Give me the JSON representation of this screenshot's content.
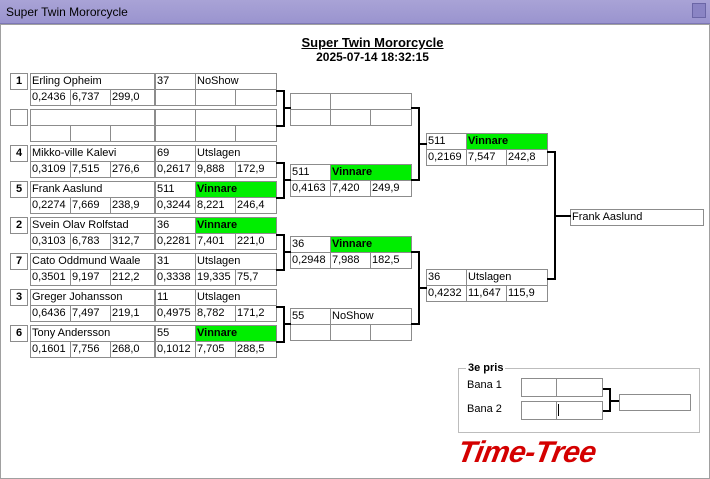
{
  "window": {
    "title": "Super Twin Mororcycle"
  },
  "header": {
    "title": "Super Twin Mororcycle",
    "datetime": "2025-07-14 18:32:15"
  },
  "round1": [
    {
      "num": "1",
      "name": "Erling Opheim",
      "v1": "0,2436",
      "v2": "6,737",
      "v3": "299,0",
      "opp_id": "37",
      "opp_status": "NoShow",
      "o1": "",
      "o2": "",
      "o3": ""
    },
    {
      "num": "",
      "name": "",
      "v1": "",
      "v2": "",
      "v3": "",
      "opp_id": "",
      "opp_status": "",
      "o1": "",
      "o2": "",
      "o3": ""
    },
    {
      "num": "4",
      "name": "Mikko-ville Kalevi",
      "v1": "0,3109",
      "v2": "7,515",
      "v3": "276,6",
      "opp_id": "69",
      "opp_status": "Utslagen",
      "o1": "0,2617",
      "o2": "9,888",
      "o3": "172,9"
    },
    {
      "num": "5",
      "name": "Frank Aaslund",
      "v1": "0,2274",
      "v2": "7,669",
      "v3": "238,9",
      "opp_id": "511",
      "opp_status": "Vinnare",
      "o1": "0,3244",
      "o2": "8,221",
      "o3": "246,4"
    },
    {
      "num": "2",
      "name": "Svein Olav Rolfstad",
      "v1": "0,3103",
      "v2": "6,783",
      "v3": "312,7",
      "opp_id": "36",
      "opp_status": "Vinnare",
      "o1": "0,2281",
      "o2": "7,401",
      "o3": "221,0"
    },
    {
      "num": "7",
      "name": "Cato Oddmund Waale",
      "v1": "0,3501",
      "v2": "9,197",
      "v3": "212,2",
      "opp_id": "31",
      "opp_status": "Utslagen",
      "o1": "0,3338",
      "o2": "19,335",
      "o3": "75,7"
    },
    {
      "num": "3",
      "name": "Greger Johansson",
      "v1": "0,6436",
      "v2": "7,497",
      "v3": "219,1",
      "opp_id": "11",
      "opp_status": "Utslagen",
      "o1": "0,4975",
      "o2": "8,782",
      "o3": "171,2"
    },
    {
      "num": "6",
      "name": "Tony Andersson",
      "v1": "0,1601",
      "v2": "7,756",
      "v3": "268,0",
      "opp_id": "55",
      "opp_status": "Vinnare",
      "o1": "0,1012",
      "o2": "7,705",
      "o3": "288,5"
    }
  ],
  "round2": [
    {
      "id": "",
      "status": "",
      "v1": "",
      "v2": "",
      "v3": ""
    },
    {
      "id": "511",
      "status": "Vinnare",
      "v1": "0,4163",
      "v2": "7,420",
      "v3": "249,9"
    },
    {
      "id": "36",
      "status": "Vinnare",
      "v1": "0,2948",
      "v2": "7,988",
      "v3": "182,5"
    },
    {
      "id": "55",
      "status": "NoShow",
      "v1": "",
      "v2": "",
      "v3": ""
    }
  ],
  "round3": [
    {
      "id": "511",
      "status": "Vinnare",
      "v1": "0,2169",
      "v2": "7,547",
      "v3": "242,8"
    },
    {
      "id": "36",
      "status": "Utslagen",
      "v1": "0,4232",
      "v2": "11,647",
      "v3": "115,9"
    }
  ],
  "final": {
    "winner": "Frank Aaslund"
  },
  "third": {
    "title": "3e pris",
    "bana1": "Bana 1",
    "bana2": "Bana 2"
  },
  "logo": {
    "text": "Time-Tree"
  },
  "colors": {
    "winner": "#00ee00",
    "logo": "#d40000"
  }
}
